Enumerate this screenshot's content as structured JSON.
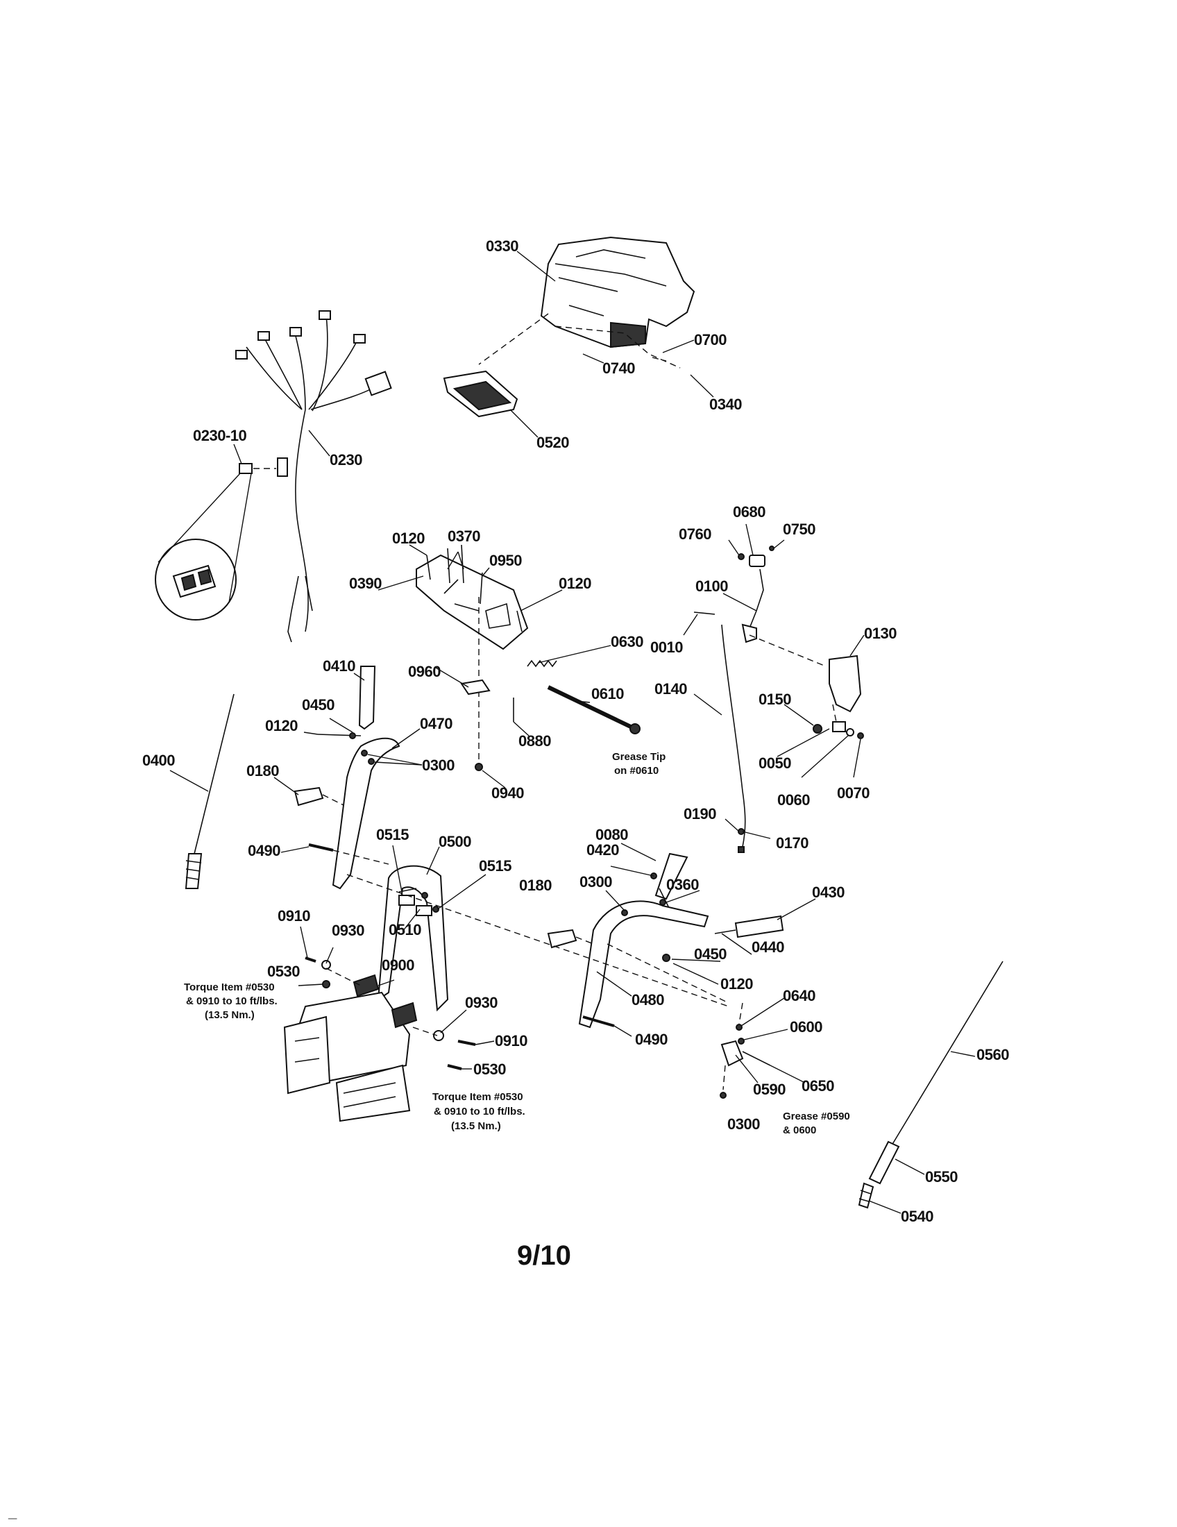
{
  "page_number": "9/10",
  "footer_mark": "_",
  "labels": {
    "p0330": "0330",
    "p0700": "0700",
    "p0740": "0740",
    "p0340": "0340",
    "p0520": "0520",
    "p0230_10": "0230-10",
    "p0230": "0230",
    "p0120_a": "0120",
    "p0370": "0370",
    "p0950": "0950",
    "p0120_b": "0120",
    "p0390": "0390",
    "p0630": "0630",
    "p0960": "0960",
    "p0610": "0610",
    "p0880": "0880",
    "p0940": "0940",
    "p0680": "0680",
    "p0760": "0760",
    "p0750": "0750",
    "p0100": "0100",
    "p0010": "0010",
    "p0130": "0130",
    "p0140": "0140",
    "p0150": "0150",
    "p0050": "0050",
    "p0060": "0060",
    "p0070": "0070",
    "p0190": "0190",
    "p0170": "0170",
    "p0410": "0410",
    "p0450_a": "0450",
    "p0470": "0470",
    "p0120_c": "0120",
    "p0300_a": "0300",
    "p0400": "0400",
    "p0180_a": "0180",
    "p0490_a": "0490",
    "p0515_a": "0515",
    "p0500": "0500",
    "p0515_b": "0515",
    "p0510": "0510",
    "p0910_a": "0910",
    "p0930_a": "0930",
    "p0530_a": "0530",
    "p0900": "0900",
    "p0930_b": "0930",
    "p0910_b": "0910",
    "p0530_b": "0530",
    "p0080": "0080",
    "p0420": "0420",
    "p0300_b": "0300",
    "p0360": "0360",
    "p0180_b": "0180",
    "p0430": "0430",
    "p0450_b": "0450",
    "p0440": "0440",
    "p0120_d": "0120",
    "p0480": "0480",
    "p0490_b": "0490",
    "p0640": "0640",
    "p0600": "0600",
    "p0590": "0590",
    "p0650": "0650",
    "p0300_c": "0300",
    "p0560": "0560",
    "p0550": "0550",
    "p0540": "0540"
  },
  "notes": {
    "grease_tip_line1": "Grease Tip",
    "grease_tip_line2": "on #0610",
    "torque_left_line1": "Torque Item #0530",
    "torque_left_line2": "& 0910 to 10 ft/lbs.",
    "torque_left_line3": "(13.5 Nm.)",
    "torque_right_line1": "Torque Item #0530",
    "torque_right_line2": "& 0910 to 10 ft/lbs.",
    "torque_right_line3": "(13.5 Nm.)",
    "grease_0590_line1": "Grease #0590",
    "grease_0590_line2": "& 0600"
  }
}
